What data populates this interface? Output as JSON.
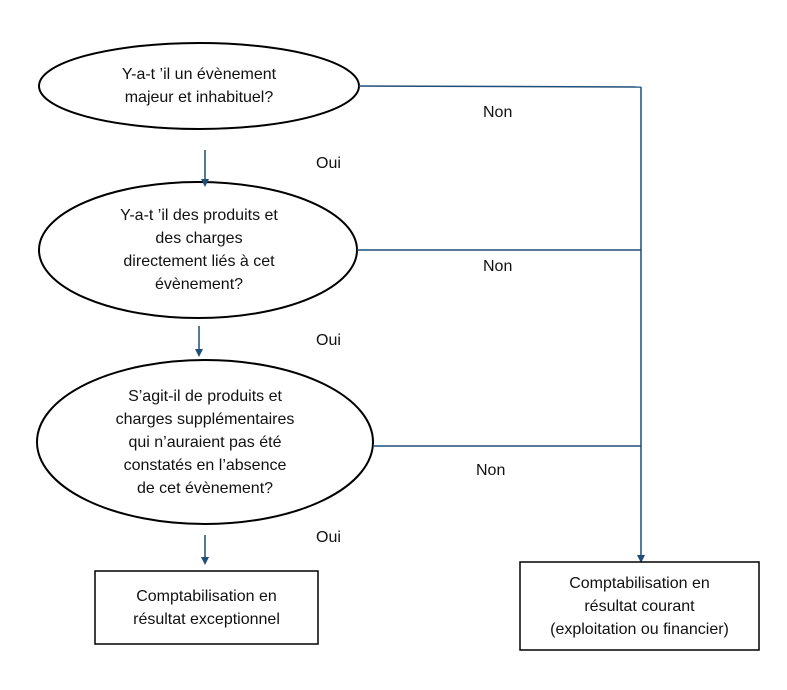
{
  "questions": [
    {
      "text": "Y-a-t ’il un évènement\nmajeur et inhabituel?"
    },
    {
      "text": "Y-a-t ’il  des produits et\ndes charges\ndirectement liés à cet\névènement?"
    },
    {
      "text": "S’agit-il de produits et\ncharges supplémentaires\nqui n’auraient pas été\nconstatés en l’absence\nde cet évènement?"
    }
  ],
  "yes_labels": [
    "Oui",
    "Oui",
    "Oui"
  ],
  "no_labels": [
    "Non",
    "Non",
    "Non"
  ],
  "outcomes": {
    "exceptional": "Comptabilisation en\nrésultat exceptionnel",
    "current": "Comptabilisation en\nrésultat courant\n(exploitation ou financier)"
  },
  "colors": {
    "connector": "#1f4e79",
    "outline": "#000000"
  }
}
